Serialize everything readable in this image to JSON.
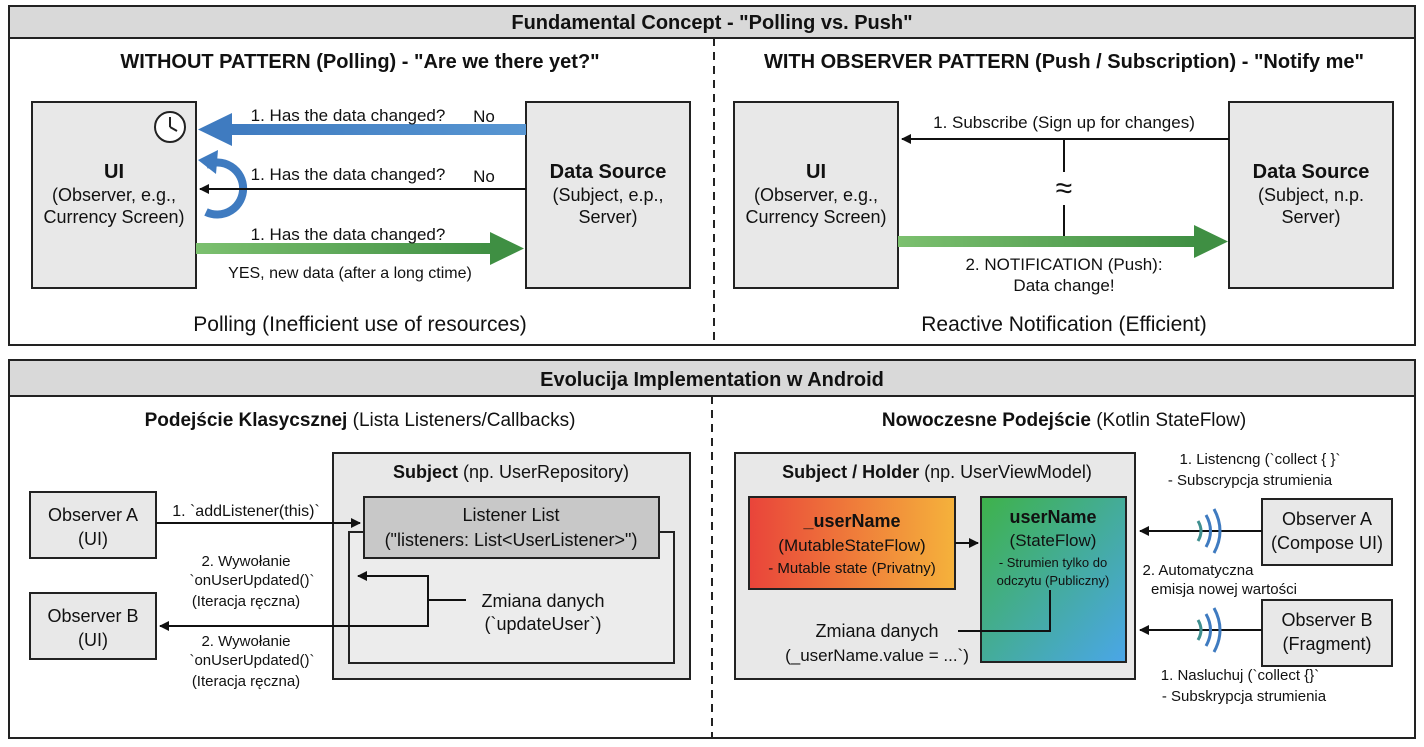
{
  "top": {
    "title": "Fundamental Concept - \"Polling vs. Push\"",
    "left": {
      "heading": "WITHOUT PATTERN (Polling) - \"Are we there yet?\"",
      "ui": {
        "title": "UI",
        "line1": "(Observer, e.g.,",
        "line2": "Currency Screen)"
      },
      "source": {
        "title": "Data Source",
        "line1": "(Subject, e.p.,",
        "line2": "Server)"
      },
      "arrow1": {
        "label": "1. Has the data changed?",
        "answer": "No"
      },
      "arrow2": {
        "label": "1. Has the data changed?",
        "answer": "No"
      },
      "arrow3": {
        "label": "1. Has the data changed?",
        "answer": "YES, new data (after a long ctime)"
      },
      "caption": "Polling (Inefficient use of resources)"
    },
    "right": {
      "heading": "WITH OBSERVER PATTERN (Push / Subscription) - \"Notify me\"",
      "ui": {
        "title": "UI",
        "line1": "(Observer, e.g.,",
        "line2": "Currency Screen)"
      },
      "source": {
        "title": "Data Source",
        "line1": "(Subject, n.p.",
        "line2": "Server)"
      },
      "subscribe_label": "1. Subscribe (Sign up for changes)",
      "wave_symbol": "≈",
      "notify_line1": "2. NOTIFICATION (Push):",
      "notify_line2": "Data change!",
      "caption": "Reactive Notification (Efficient)"
    }
  },
  "bottom": {
    "title": "Evolucija Implementation w Android",
    "left": {
      "heading_bold": "Podejście Klasycsznej",
      "heading_rest": " (Lista Listeners/Callbacks)",
      "subject_bold": "Subject",
      "subject_rest": " (np. UserRepository)",
      "list_line1": "Listener List",
      "list_line2": "(\"listeners: List<UserListener>\")",
      "obs_a_line1": "Observer A",
      "obs_a_line2": "(UI)",
      "obs_b_line1": "Observer B",
      "obs_b_line2": "(UI)",
      "add_listener": "1. `addListener(this)`",
      "call_a_line1": "2. Wywołanie",
      "call_a_line2": "`onUserUpdated()`",
      "call_a_line3": "(Iteracja ręczna)",
      "call_b_line1": "2. Wywołanie",
      "call_b_line2": "`onUserUpdated()`",
      "call_b_line3": "(Iteracja ręczna)",
      "change_line1": "Zmiana danych",
      "change_line2": "(`updateUser`)"
    },
    "right": {
      "heading_bold": "Nowoczesne Podejście",
      "heading_rest": " (Kotlin StateFlow)",
      "holder_bold": "Subject / Holder",
      "holder_rest": " (np. UserViewModel)",
      "private_title": "_userName",
      "private_line1": "(MutableStateFlow)",
      "private_line2": "- Mutable state (Privatny)",
      "public_title": "userName",
      "public_line1": "(StateFlow)",
      "public_line2": "- Strumien tylko do",
      "public_line3": "odczytu (Publiczny)",
      "change_line1": "Zmiana danych",
      "change_line2": "(_userName.value = ...`)",
      "obs_a_line1": "Observer A",
      "obs_a_line2": "(Compose UI)",
      "obs_b_line1": "Observer B",
      "obs_b_line2": "(Fragment)",
      "listen_a_line1": "1. Listencng (`collect { }`",
      "listen_a_line2": "- Subscrypcja strumienia",
      "emit_line1": "2. Automatyczna",
      "emit_line2": "emisja nowej wartości",
      "listen_b_line1": "1. Nasluchuj (`collect {}`",
      "listen_b_line2": "- Subskrypcja strumienia"
    }
  },
  "colors": {
    "blue_arrow": "#4a86c6",
    "green_arrow": "#5ea35a",
    "box_fill": "#e8e8e8",
    "header_fill": "#d9d9d9",
    "private_gradient": [
      "#e9443a",
      "#f5b23b"
    ],
    "public_gradient": [
      "#3eb24a",
      "#4aa6e8"
    ]
  },
  "icons": [
    "clock-icon",
    "cycle-arrow-icon",
    "signal-waves-icon"
  ]
}
